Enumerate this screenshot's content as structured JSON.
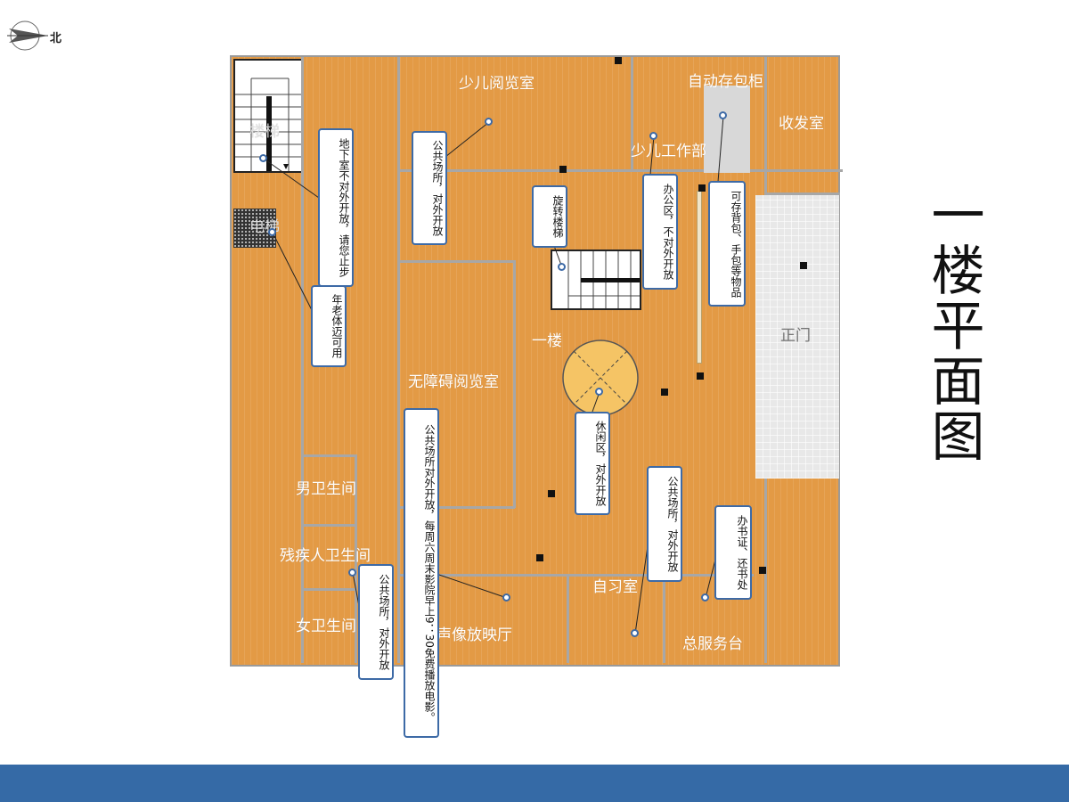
{
  "compass": {
    "label": "北"
  },
  "title": "一楼平面图",
  "rooms": {
    "stairs": "楼梯",
    "elevator": "电梯",
    "children_reading": "少儿阅览室",
    "locker": "自动存包柜",
    "mailroom": "收发室",
    "children_office": "少儿工作部",
    "accessible_reading": "无障碍阅览室",
    "floor1": "一楼",
    "main_gate": "正门",
    "mens_wc": "男卫生间",
    "disabled_wc": "残疾人卫生间",
    "womens_wc": "女卫生间",
    "av_hall": "声像放映厅",
    "study_room": "自习室",
    "service_desk": "总服务台"
  },
  "notes": {
    "basement": "地下室不对外开放，请您止步",
    "elevator": "年老体迈可用",
    "children_public": "公共场所，对外开放",
    "spiral_stairs": "旋转楼梯",
    "office": "办公区，不对外开放",
    "locker": "可存背包、手包等物品",
    "lounge": "休闲区，对外开放",
    "av_hall": "公共场所对外开放，每周六周末影院早上9：30免费播放电影。",
    "wc": "公共场所，对外开放",
    "study": "公共场所，对外开放",
    "library_card": "办书证、还书处"
  },
  "colors": {
    "floor": "#e39a45",
    "wall": "#a7a7a7",
    "callout_border": "#3d6aa6",
    "footer": "#356aa6",
    "lobby": "#e8e8e8",
    "lounge_circle": "#f5c465"
  }
}
